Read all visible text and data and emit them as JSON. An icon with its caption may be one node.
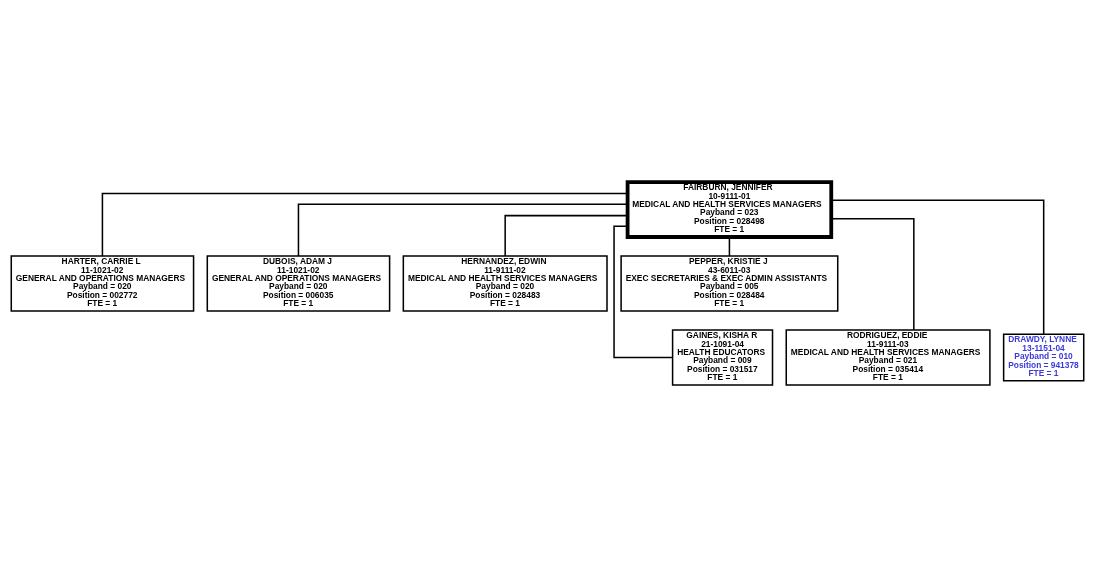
{
  "diagram": {
    "nodes": [
      {
        "text": [
          "FAIRBURN, JENNIFER",
          "10-9111-01",
          "MEDICAL AND HEALTH SERVICES MANAGERS",
          "Payband = 023",
          "Position = 028498",
          "FTE = 1"
        ]
      },
      {
        "text": [
          "HARTER, CARRIE L",
          "11-1021-02",
          "GENERAL AND OPERATIONS MANAGERS",
          "Payband = 020",
          "Position = 002772",
          "FTE = 1"
        ]
      },
      {
        "text": [
          "DUBOIS, ADAM J",
          "11-1021-02",
          "GENERAL AND OPERATIONS MANAGERS",
          "Payband = 020",
          "Position = 006035",
          "FTE = 1"
        ]
      },
      {
        "text": [
          "HERNANDEZ, EDWIN",
          "11-9111-02",
          "MEDICAL AND HEALTH SERVICES MANAGERS",
          "Payband = 020",
          "Position = 028483",
          "FTE = 1"
        ]
      },
      {
        "text": [
          "PEPPER, KRISTIE J",
          "43-6011-03",
          "EXEC SECRETARIES & EXEC ADMIN ASSISTANTS",
          "Payband = 005",
          "Position = 028484",
          "FTE = 1"
        ]
      },
      {
        "text": [
          "GAINES, KISHA R",
          "21-1091-04",
          "HEALTH EDUCATORS",
          "Payband = 009",
          "Position = 031517",
          "FTE = 1"
        ]
      },
      {
        "text": [
          "RODRIGUEZ, EDDIE",
          "11-9111-03",
          "MEDICAL AND HEALTH SERVICES MANAGERS",
          "Payband = 021",
          "Position = 035414",
          "FTE = 1"
        ]
      },
      {
        "text": [
          "DRAWDY, LYNNE",
          "13-1151-04",
          "Payband = 010",
          "Position = 941378",
          "FTE = 1"
        ]
      }
    ],
    "edges": [
      {
        "from": 0,
        "to": 1,
        "arrow": "none"
      },
      {
        "from": 0,
        "to": 2,
        "arrow": "none"
      },
      {
        "from": 0,
        "to": 3,
        "arrow": "none"
      },
      {
        "from": 0,
        "to": 4,
        "arrow": "none"
      },
      {
        "from": 0,
        "to": 5,
        "arrow": "none"
      },
      {
        "from": 0,
        "to": 6,
        "arrow": "none"
      },
      {
        "from": 0,
        "to": 7,
        "arrow": "none"
      }
    ]
  }
}
